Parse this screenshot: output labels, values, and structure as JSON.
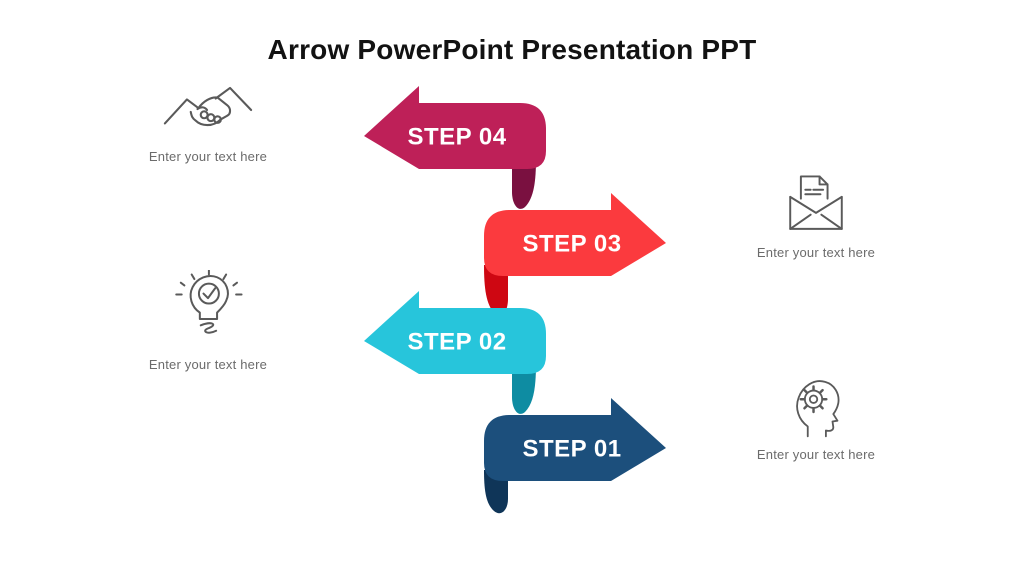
{
  "title": "Arrow PowerPoint Presentation PPT",
  "title_color": "#121212",
  "arrow_text_color": "#FFFFFF",
  "placeholder_color": "#6B6B6B",
  "steps": [
    {
      "label": "STEP 04",
      "direction": "left",
      "color": "#BE2058",
      "fold_color": "#7A1040"
    },
    {
      "label": "STEP 03",
      "direction": "right",
      "color": "#FB3A3E",
      "fold_color": "#CE0712"
    },
    {
      "label": "STEP 02",
      "direction": "left",
      "color": "#27C5DB",
      "fold_color": "#0E8CA2"
    },
    {
      "label": "STEP 01",
      "direction": "right",
      "color": "#1C4F7C",
      "fold_color": "#0F3558"
    }
  ],
  "callouts": [
    {
      "icon": "handshake-icon",
      "position": "top-left",
      "text": "Enter your text here"
    },
    {
      "icon": "envelope-letter-icon",
      "position": "top-right",
      "text": "Enter your text here"
    },
    {
      "icon": "lightbulb-check-icon",
      "position": "middle-left",
      "text": "Enter your text here"
    },
    {
      "icon": "head-gear-icon",
      "position": "bottom-right",
      "text": "Enter your text here"
    }
  ]
}
